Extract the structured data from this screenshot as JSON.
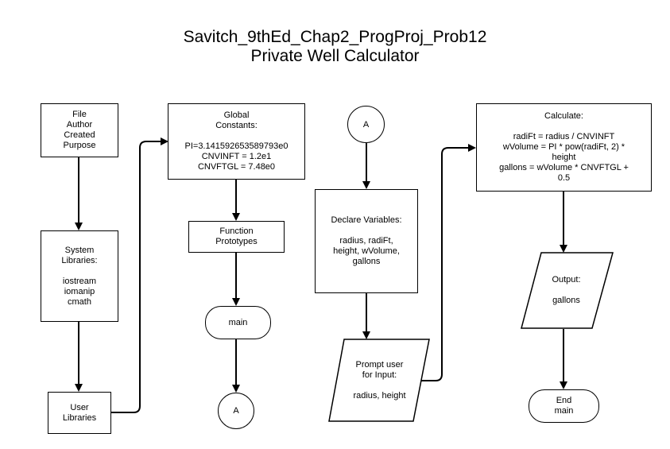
{
  "title": {
    "line1": "Savitch_9thEd_Chap2_ProgProj_Prob12",
    "line2": "Private Well Calculator"
  },
  "nodes": {
    "file_box": {
      "lines": [
        "File",
        "Author",
        "Created",
        "Purpose"
      ]
    },
    "system_libraries": {
      "lines": [
        "System",
        "Libraries:",
        "",
        "iostream",
        "iomanip",
        "cmath"
      ]
    },
    "user_libraries": {
      "lines": [
        "User",
        "Libraries"
      ]
    },
    "global_constants": {
      "lines": [
        "Global",
        "Constants:",
        "",
        "PI=3.141592653589793e0",
        "CNVINFT = 1.2e1",
        "CNVFTGL = 7.48e0"
      ]
    },
    "function_prototypes": {
      "lines": [
        "Function",
        "Prototypes"
      ]
    },
    "main_terminal": {
      "lines": [
        "main"
      ]
    },
    "connector_out": {
      "label": "A"
    },
    "connector_in": {
      "label": "A"
    },
    "declare_variables": {
      "lines": [
        "Declare Variables:",
        "",
        "radius, radiFt,",
        "height, wVolume,",
        "gallons"
      ]
    },
    "prompt_input": {
      "lines": [
        "Prompt user",
        "for Input:",
        "",
        "radius, height"
      ]
    },
    "calculate": {
      "lines": [
        "Calculate:",
        "",
        "radiFt = radius / CNVINFT",
        "wVolume = PI * pow(radiFt, 2) *",
        "height",
        "gallons = wVolume * CNVFTGL +",
        "0.5"
      ]
    },
    "output": {
      "lines": [
        "Output:",
        "",
        "gallons"
      ]
    },
    "end_main": {
      "lines": [
        "End",
        "main"
      ]
    }
  }
}
